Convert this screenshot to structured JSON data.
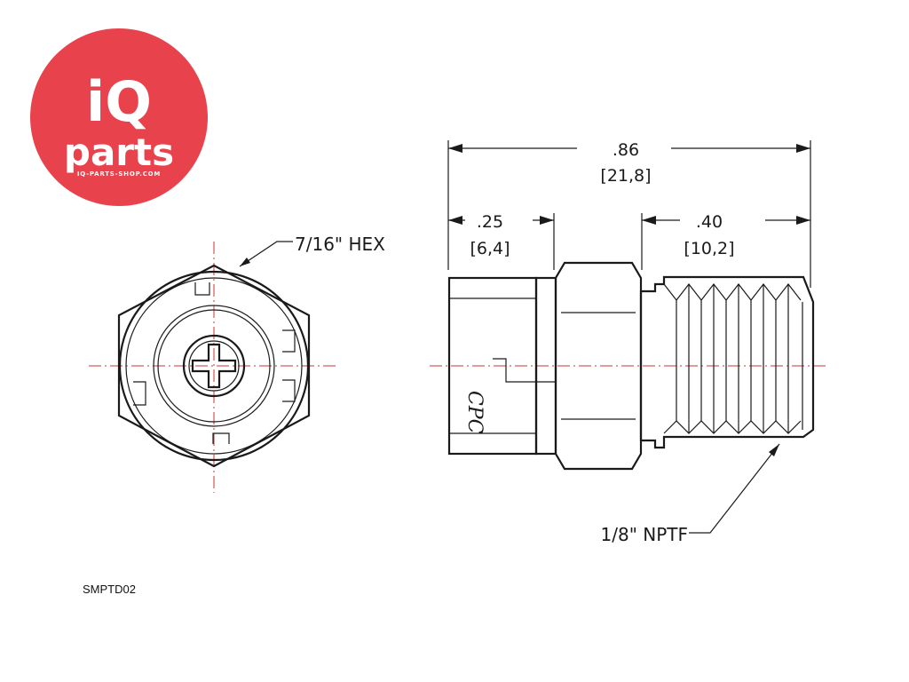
{
  "logo": {
    "line1": "iQ",
    "line2": "parts",
    "tagline": "IQ-PARTS-SHOP.COM",
    "color": "#e8434d"
  },
  "dimensions": {
    "overall_in": ".86",
    "overall_mm": "[21,8]",
    "left_in": ".25",
    "left_mm": "[6,4]",
    "thread_in": ".40",
    "thread_mm": "[10,2]"
  },
  "callouts": {
    "hex": "7/16\" HEX",
    "thread": "1/8\" NPTF"
  },
  "part_code": "SMPTD02",
  "colors": {
    "line": "#1a1a1a",
    "centerline": "#cc3333"
  }
}
